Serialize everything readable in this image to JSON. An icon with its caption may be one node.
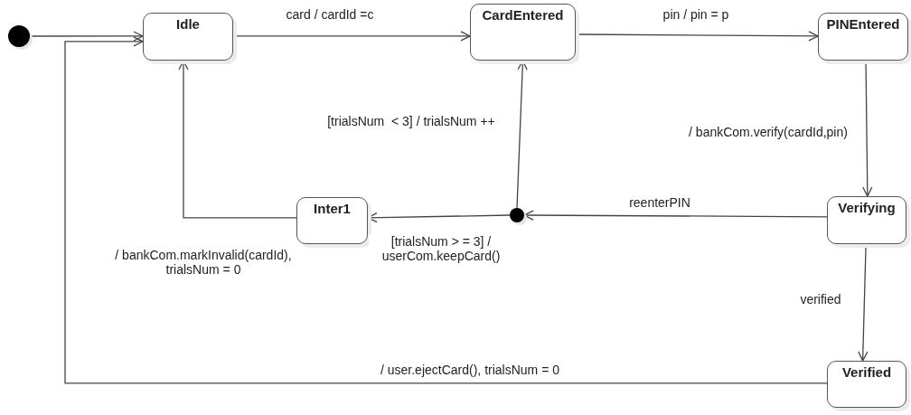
{
  "diagram": {
    "nodes": [
      {
        "text": [],
        "shape": "circle"
      },
      {
        "text": [
          "Idle"
        ]
      },
      {
        "text": [
          "CardEntered"
        ]
      },
      {
        "text": [
          "PINEntered"
        ]
      },
      {
        "text": [
          "Verifying"
        ]
      },
      {
        "text": [
          "Verified"
        ]
      },
      {
        "text": [
          "Inter1"
        ]
      },
      {
        "text": [],
        "shape": "circle"
      }
    ],
    "edges": [
      {
        "from": 0,
        "to": 1,
        "arrow": "to"
      },
      {
        "from": 1,
        "to": 2,
        "arrow": "to",
        "label": "card / cardId =c"
      },
      {
        "from": 2,
        "to": 3,
        "arrow": "to",
        "label": "pin / pin = p"
      },
      {
        "from": 3,
        "to": 4,
        "arrow": "to",
        "label": "/ bankCom.verify(cardId,pin)"
      },
      {
        "from": 4,
        "to": 7,
        "arrow": "to",
        "label": "reenterPIN"
      },
      {
        "from": 7,
        "to": 2,
        "arrow": "to",
        "label": "[trialsNum  < 3] / trialsNum ++"
      },
      {
        "from": 7,
        "to": 6,
        "arrow": "to",
        "label": "[trialsNum > = 3] / userCom.keepCard()"
      },
      {
        "from": 6,
        "to": 1,
        "arrow": "to",
        "label": "/ bankCom.markInvalid(cardId), trialsNum = 0"
      },
      {
        "from": 4,
        "to": 5,
        "arrow": "to",
        "label": "verified"
      },
      {
        "from": 5,
        "to": 1,
        "arrow": "to",
        "label": "/ user.ejectCard(), trialsNum = 0"
      }
    ]
  }
}
